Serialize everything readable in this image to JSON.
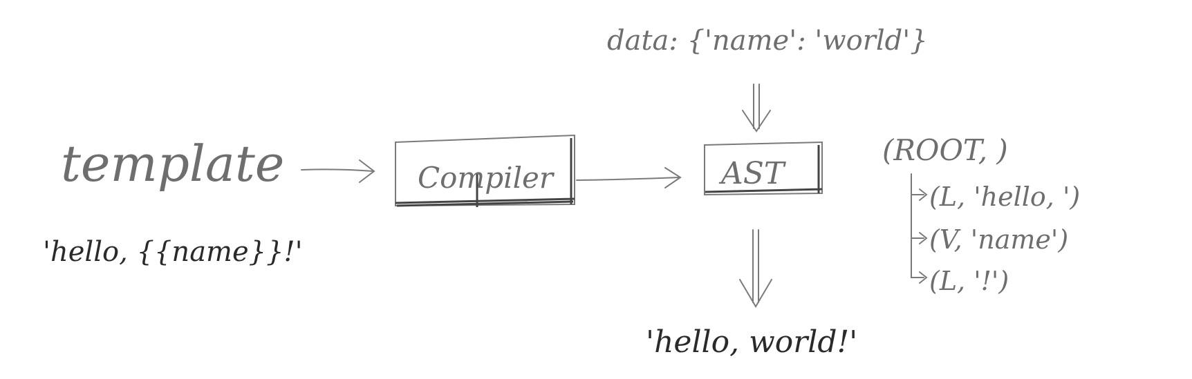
{
  "data_label": "data: {'name': 'world'}",
  "input": {
    "label": "template",
    "example": "'hello, {{name}}!'"
  },
  "compiler": {
    "label": "Compiler"
  },
  "ast": {
    "label": "AST"
  },
  "tree": {
    "root": "(ROOT,     )",
    "children": [
      "(L, 'hello, ')",
      "(V, 'name')",
      "(L, '!')"
    ]
  },
  "output": "'hello, world!'"
}
